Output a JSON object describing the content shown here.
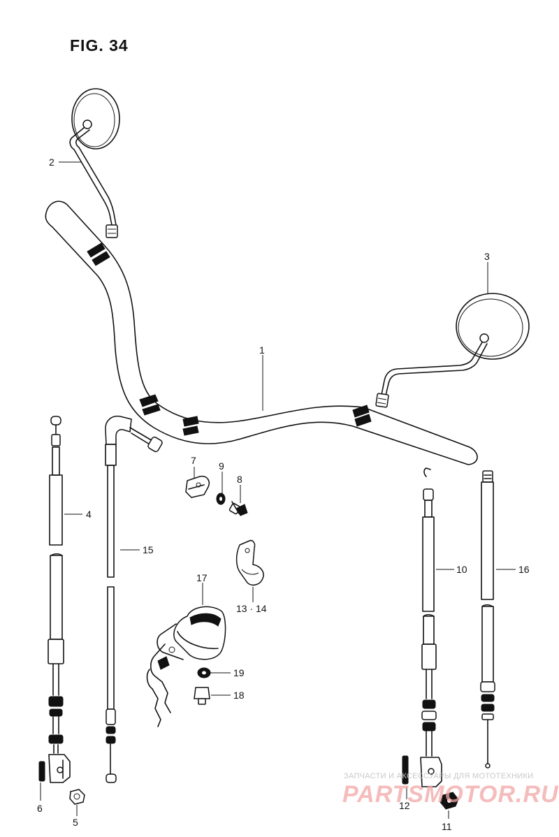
{
  "figure": {
    "title": "FIG. 34"
  },
  "callouts": [
    {
      "id": "p1",
      "text": "1"
    },
    {
      "id": "p2",
      "text": "2"
    },
    {
      "id": "p3",
      "text": "3"
    },
    {
      "id": "p4",
      "text": "4"
    },
    {
      "id": "p6",
      "text": "6"
    },
    {
      "id": "p5",
      "text": "5"
    },
    {
      "id": "p7",
      "text": "7"
    },
    {
      "id": "p9",
      "text": "9"
    },
    {
      "id": "p8",
      "text": "8"
    },
    {
      "id": "p10",
      "text": "10"
    },
    {
      "id": "p11",
      "text": "11"
    },
    {
      "id": "p12",
      "text": "12"
    },
    {
      "id": "p1314",
      "text": "13 · 14"
    },
    {
      "id": "p15",
      "text": "15"
    },
    {
      "id": "p16",
      "text": "16"
    },
    {
      "id": "p17",
      "text": "17"
    },
    {
      "id": "p18",
      "text": "18"
    },
    {
      "id": "p19",
      "text": "19"
    }
  ],
  "watermark": {
    "line": "ЗАПЧАСТИ И АКСЕССУАРЫ ДЛЯ МОТОТЕХНИКИ",
    "logo": "PARTSMOTOR.RU"
  }
}
